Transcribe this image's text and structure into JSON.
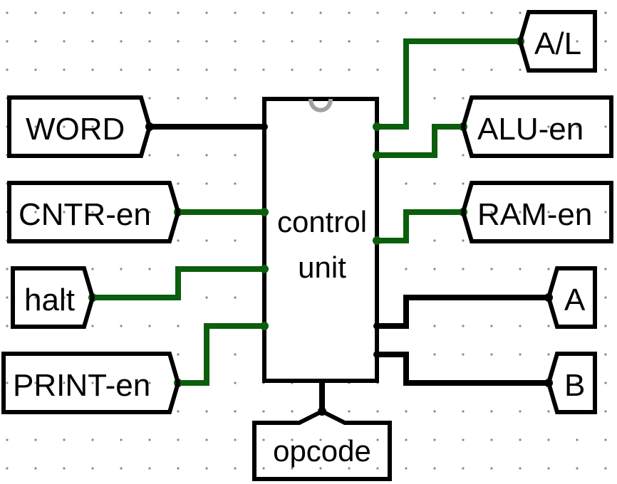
{
  "colors": {
    "bus_wire": "#000000",
    "bit_wire": "#0b5e0b",
    "grid_dot": "#8a8a8a",
    "notch": "#a0a0a0"
  },
  "component": {
    "line1": "control",
    "line2": "unit"
  },
  "pins": {
    "word": "WORD",
    "cntr_en": "CNTR-en",
    "halt": "halt",
    "print_en": "PRINT-en",
    "a_l": "A/L",
    "alu_en": "ALU-en",
    "ram_en": "RAM-en",
    "a": "A",
    "b": "B",
    "opcode": "opcode"
  }
}
